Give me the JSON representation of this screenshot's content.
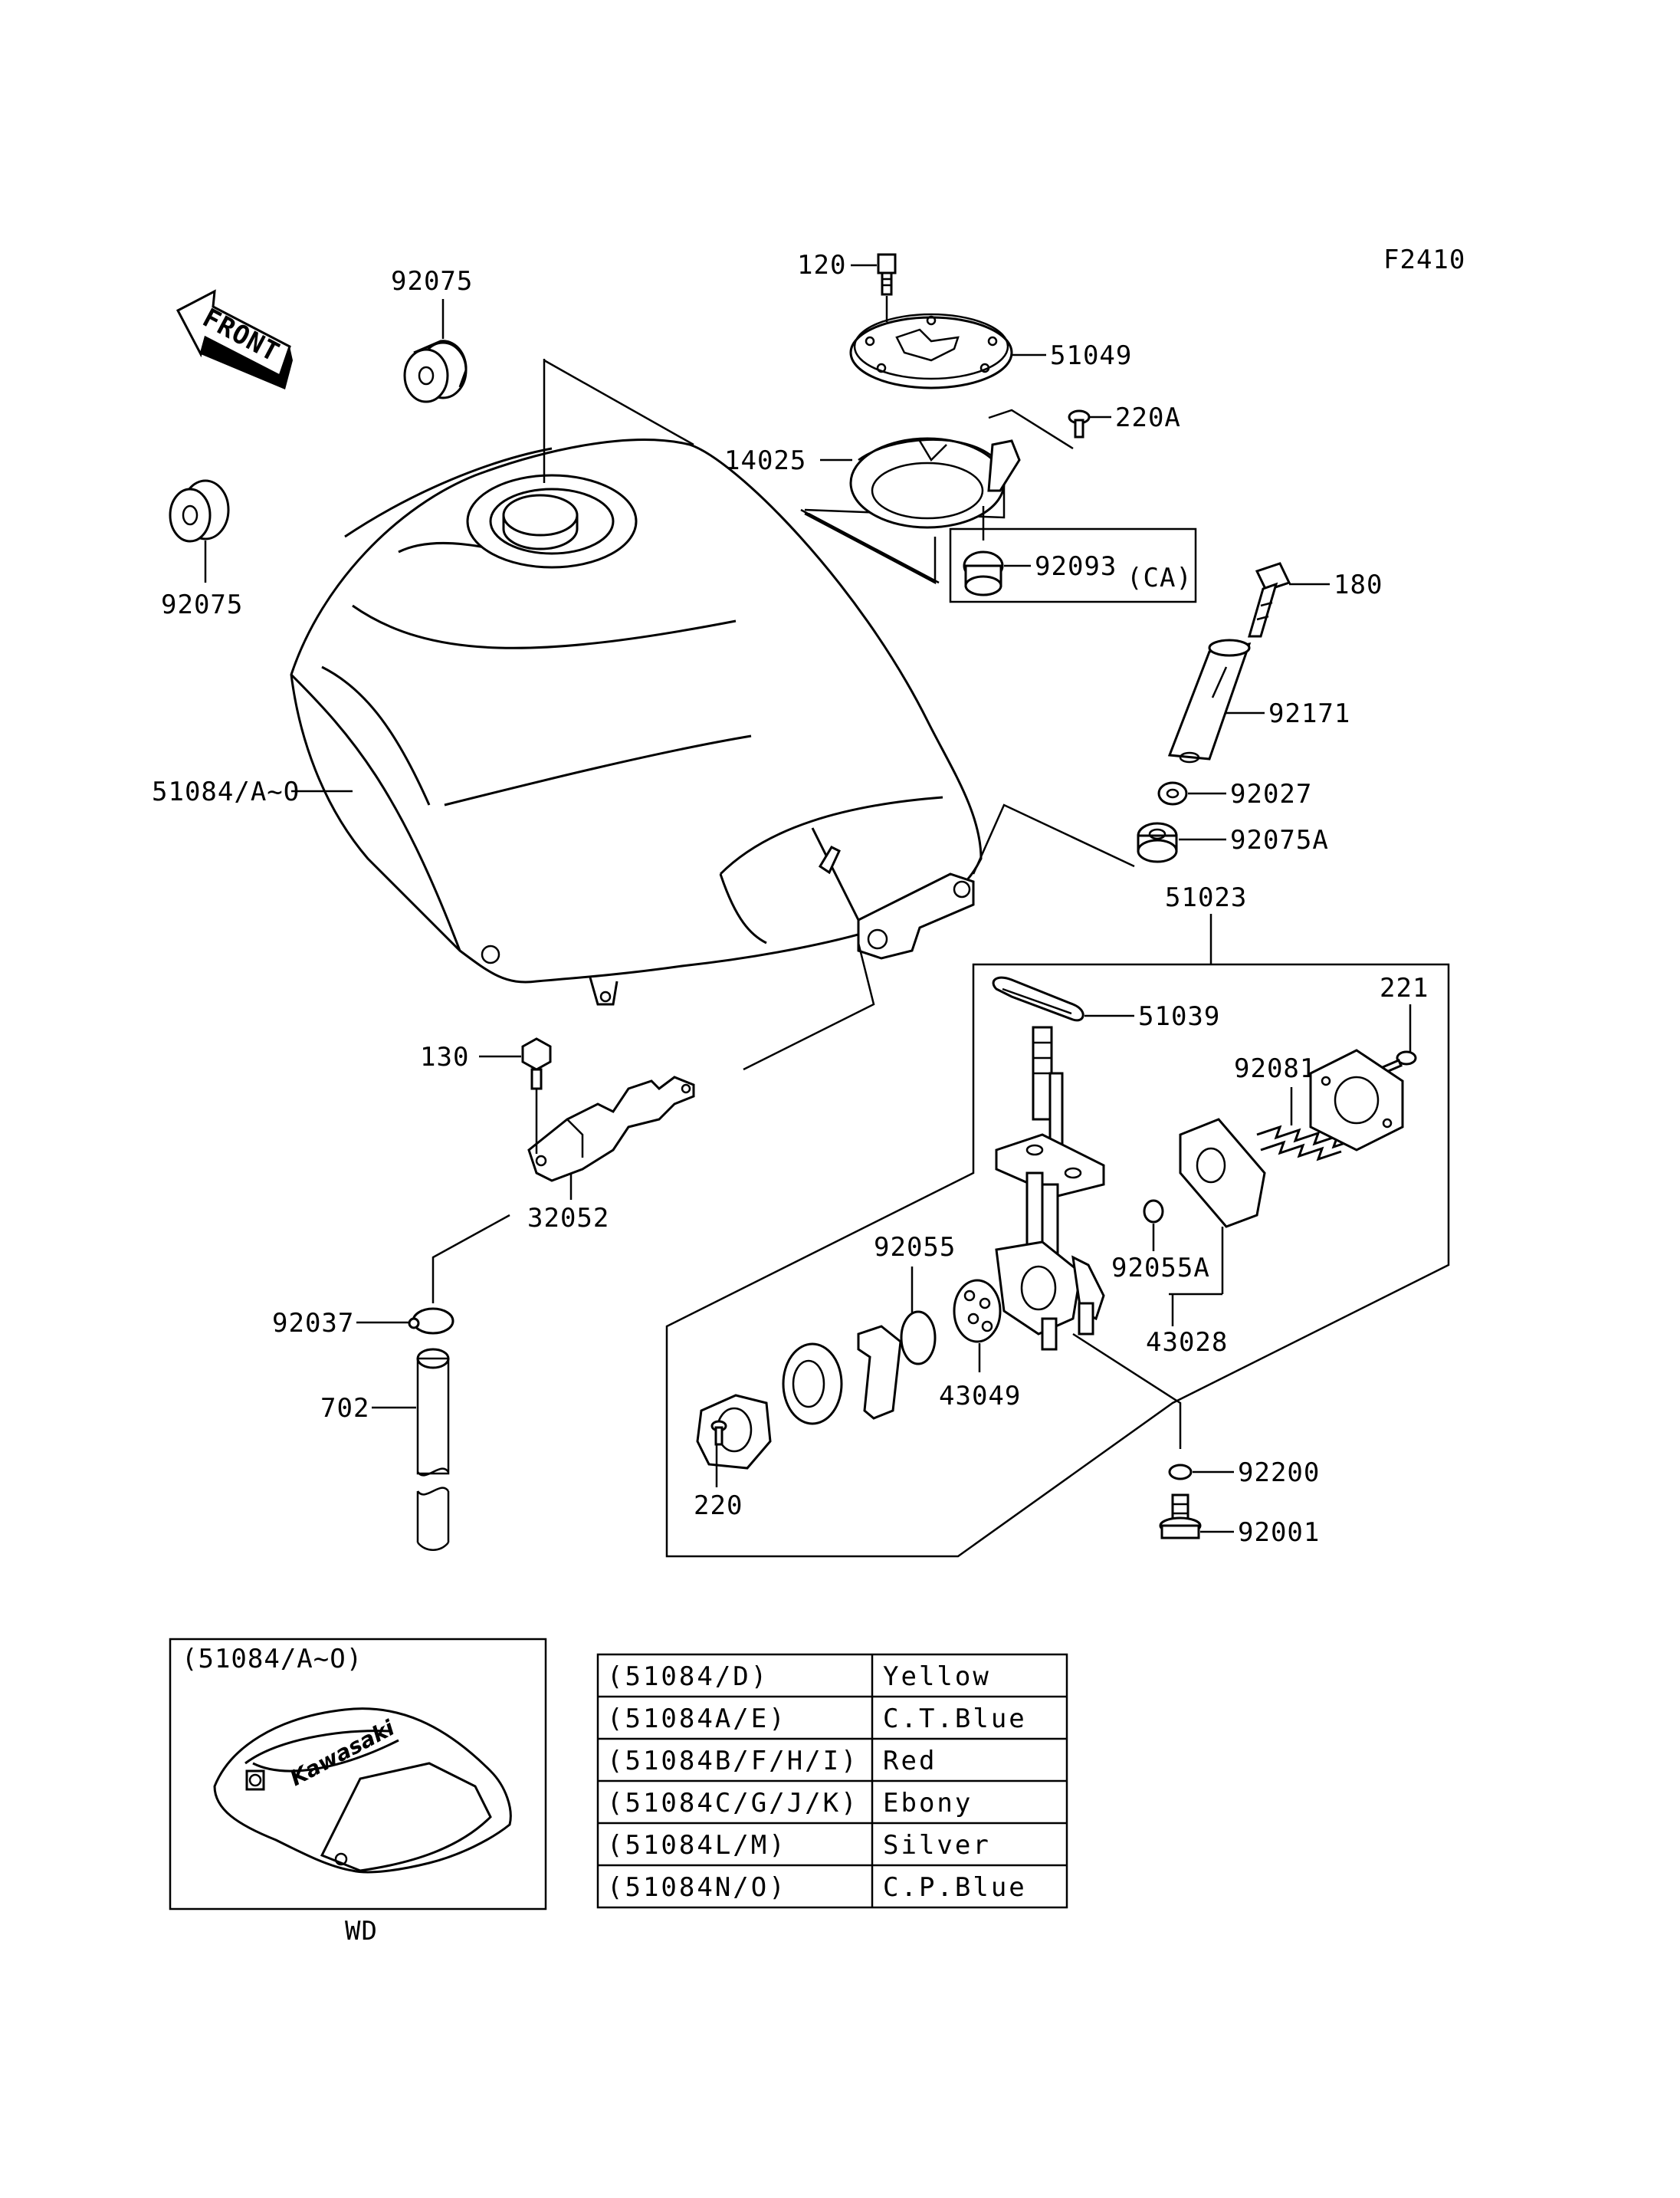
{
  "figure_code": "F2410",
  "front_label": "FRONT",
  "parts": {
    "p120": "120",
    "p51049": "51049",
    "p220A": "220A",
    "p14025": "14025",
    "p92093": "92093",
    "ca_note": "(CA)",
    "p92075_top": "92075",
    "p92075_left": "92075",
    "p180": "180",
    "p92171": "92171",
    "p51084": "51084/A~O",
    "p92027": "92027",
    "p92075A": "92075A",
    "p51023": "51023",
    "p51039": "51039",
    "p221": "221",
    "p130": "130",
    "p92081": "92081",
    "p32052": "32052",
    "p92055": "92055",
    "p92055A": "92055A",
    "p43028": "43028",
    "p92037": "92037",
    "p43049": "43049",
    "p702": "702",
    "p92200": "92200",
    "p220": "220",
    "p92001": "92001"
  },
  "inset": {
    "caption": "(51084/A~O)",
    "logo_text": "Kawasaki",
    "model": "WD"
  },
  "color_table": [
    {
      "code": "(51084/D)",
      "color": "Yellow"
    },
    {
      "code": "(51084A/E)",
      "color": "C.T.Blue"
    },
    {
      "code": "(51084B/F/H/I)",
      "color": "Red"
    },
    {
      "code": "(51084C/G/J/K)",
      "color": "Ebony"
    },
    {
      "code": "(51084L/M)",
      "color": "Silver"
    },
    {
      "code": "(51084N/O)",
      "color": "C.P.Blue"
    }
  ]
}
